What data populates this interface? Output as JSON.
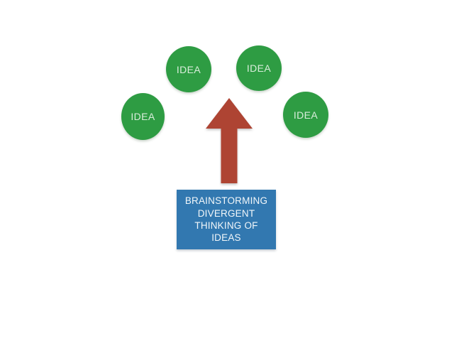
{
  "circles": [
    {
      "id": "idea-left",
      "label": "IDEA"
    },
    {
      "id": "idea-top-left",
      "label": "IDEA"
    },
    {
      "id": "idea-top-right",
      "label": "IDEA"
    },
    {
      "id": "idea-right",
      "label": "IDEA"
    }
  ],
  "arrow": {
    "direction": "up",
    "color": "#AE4433"
  },
  "box": {
    "text": "BRAINSTORMING DIVERGENT THINKING OF IDEAS",
    "lines": [
      "BRAINSTORMING",
      "DIVERGENT",
      "THINKING OF",
      "IDEAS"
    ],
    "fill": "#3278B0",
    "text_color": "#F2F7FA"
  },
  "colors": {
    "background": "#FFFFFF",
    "circle_fill": "#2E9C43",
    "circle_label": "#D9EDDB"
  }
}
